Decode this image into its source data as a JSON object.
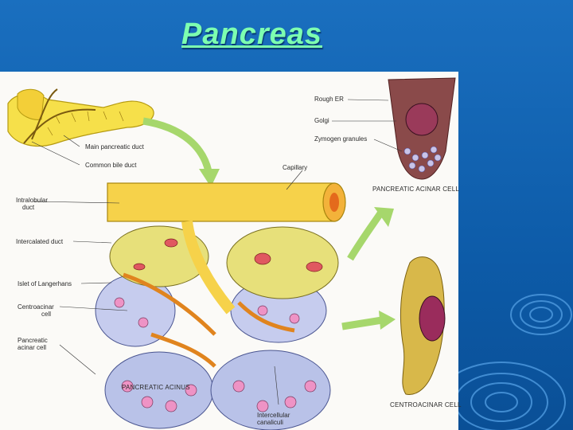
{
  "slide": {
    "title": "Pancreas",
    "background_color": "#0e5fae",
    "title_color": "#7dffb0"
  },
  "figure": {
    "labels": {
      "main_pancreatic_duct": "Main pancreatic duct",
      "common_bile_duct": "Common bile duct",
      "intralobular_duct_1": "Intralobular",
      "intralobular_duct_2": "duct",
      "intercalated_duct": "Intercalated duct",
      "islet_of_langerhans": "Islet of Langerhans",
      "centroacinar_cell_1": "Centroacinar",
      "centroacinar_cell_2": "cell",
      "pancreatic_acinar_cell_1": "Pancreatic",
      "pancreatic_acinar_cell_2": "acinar cell",
      "pancreatic_acinus": "PANCREATIC ACINUS",
      "intercellular_canaliculi_1": "Intercellular",
      "intercellular_canaliculi_2": "canaliculi",
      "capillary": "Capillary",
      "rough_er": "Rough ER",
      "golgi": "Golgi",
      "zymogen_granules": "Zymogen granules",
      "pancreatic_acinar_cell_caps": "PANCREATIC ACINAR CELL",
      "centroacinar_cell_caps": "CENTROACINAR CELL"
    }
  }
}
